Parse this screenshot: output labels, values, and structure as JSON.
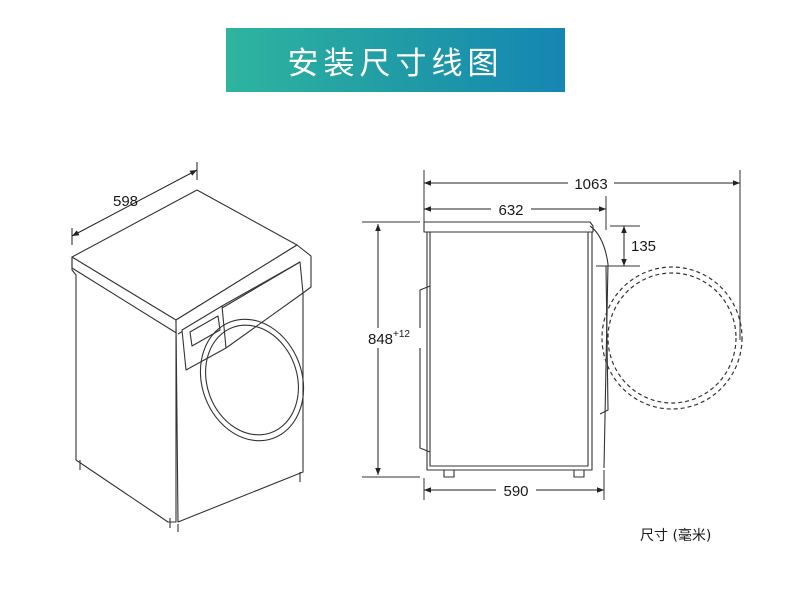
{
  "title": "安装尺寸线图",
  "dimensions": {
    "width": "598",
    "total_depth": "1063",
    "body_depth": "632",
    "door_protrusion": "135",
    "height": "848",
    "height_tolerance": "+12",
    "base_depth": "590"
  },
  "units_note": "尺寸 (毫米)",
  "colors": {
    "banner_start": "#2fb49f",
    "banner_end": "#1586b3",
    "line": "#333333"
  }
}
